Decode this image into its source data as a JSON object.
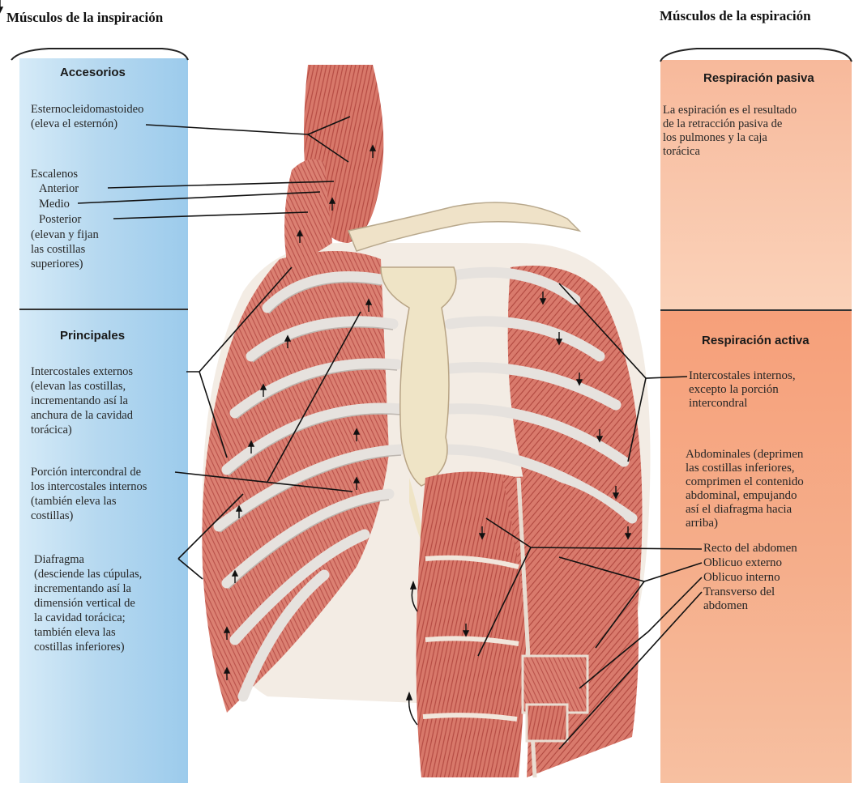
{
  "inspiracion": {
    "heading": "Músculos de la inspiración",
    "accesorios": {
      "title": "Accesorios",
      "esterno_lines": [
        "Esternocleidomastoideo",
        "(eleva el esternón)"
      ],
      "escalenos": "Escalenos",
      "anterior": "Anterior",
      "medio": "Medio",
      "posterior": "Posterior",
      "escalenos_desc": [
        "(elevan y fijan",
        "las costillas",
        "superiores)"
      ]
    },
    "principales": {
      "title": "Principales",
      "intercostales_lines": [
        "Intercostales externos",
        "(elevan las costillas,",
        "incrementando así la",
        "anchura de la cavidad",
        "torácica)"
      ],
      "porcion_lines": [
        "Porción intercondral de",
        "los intercostales internos",
        "(también eleva las",
        "costillas)"
      ],
      "diafragma_lines": [
        "Diafragma",
        "(desciende las cúpulas,",
        "incrementando así la",
        "dimensión vertical de",
        "la cavidad torácica;",
        "también eleva las",
        "costillas inferiores)"
      ]
    },
    "color": "#9ccbec"
  },
  "espiracion": {
    "heading": "Músculos de la espiración",
    "pasiva": {
      "title": "Respiración pasiva",
      "desc_lines": [
        "La espiración es el resultado",
        "de la retracción pasiva de",
        "los pulmones  y la caja",
        "torácica"
      ]
    },
    "activa": {
      "title": "Respiración activa",
      "intercostales_lines": [
        "Intercostales internos,",
        "excepto la porción",
        "intercondral"
      ],
      "abdominales_lines": [
        "Abdominales (deprimen",
        "las costillas inferiores,",
        "comprimen el contenido",
        "abdominal, empujando",
        "así el diafragma hacia",
        "arriba)"
      ],
      "recto": "Recto del abdomen",
      "oblicuo_externo": "Oblicuo externo",
      "oblicuo_interno": "Oblicuo interno",
      "transverso_lines": [
        "Transverso del",
        "abdomen"
      ]
    },
    "color": "#f6a07a"
  }
}
